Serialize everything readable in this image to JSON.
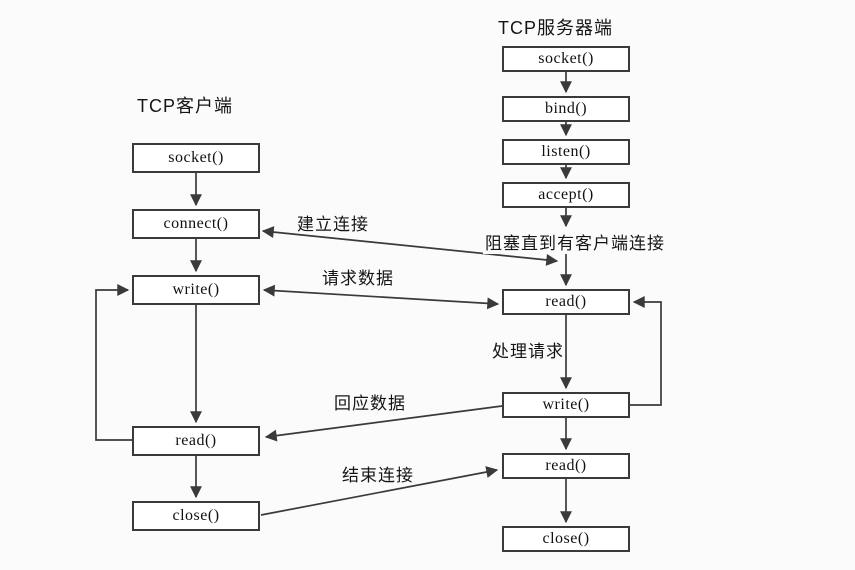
{
  "diagram": {
    "title_area": {
      "client_title": "TCP客户端",
      "server_title": "TCP服务器端"
    },
    "client": {
      "nodes": [
        "socket()",
        "connect()",
        "write()",
        "read()",
        "close()"
      ]
    },
    "server": {
      "nodes": [
        "socket()",
        "bind()",
        "listen()",
        "accept()",
        "read()",
        "write()",
        "read()",
        "close()"
      ]
    },
    "edge_labels": {
      "establish": "建立连接",
      "block_until_connect": "阻塞直到有客户端连接",
      "request_data": "请求数据",
      "process_request": "处理请求",
      "response_data": "回应数据",
      "finish_connection": "结束连接"
    },
    "colors": {
      "line": "#3a3a3a",
      "box_fill": "#ffffff",
      "background": "#fbfbfb",
      "text": "#151515"
    }
  }
}
